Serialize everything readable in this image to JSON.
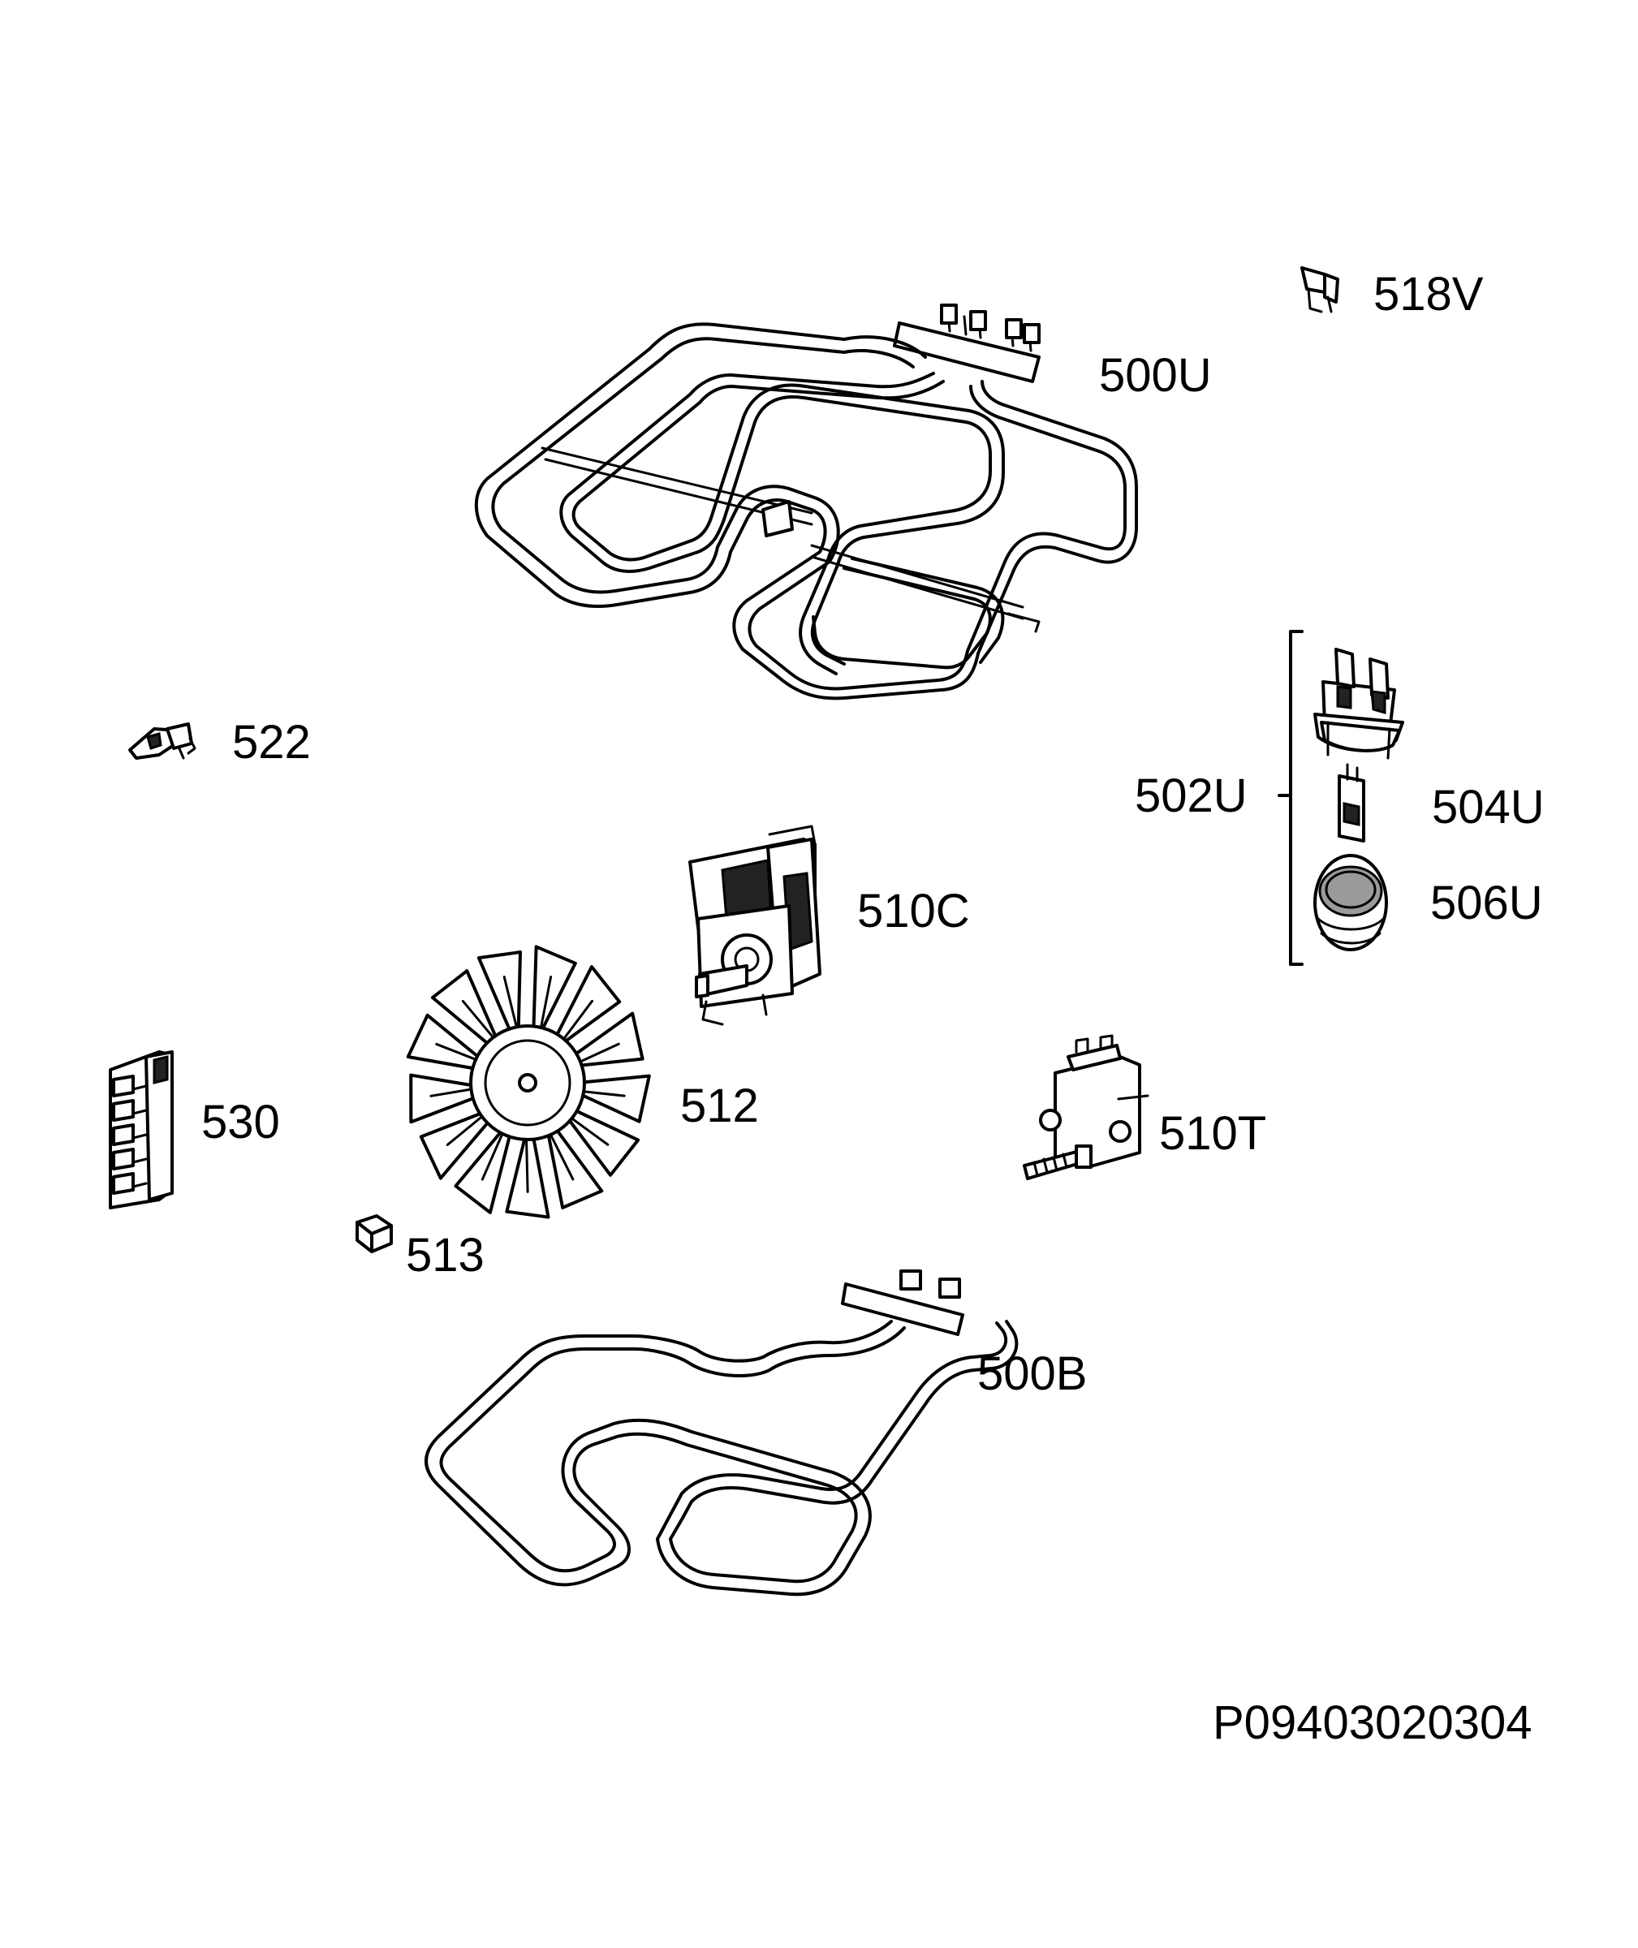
{
  "diagram_id": "P09403020304",
  "parts": [
    {
      "key": "p518V",
      "label": "518V"
    },
    {
      "key": "p500U",
      "label": "500U"
    },
    {
      "key": "p522",
      "label": "522"
    },
    {
      "key": "p502U",
      "label": "502U"
    },
    {
      "key": "p504U",
      "label": "504U"
    },
    {
      "key": "p506U",
      "label": "506U"
    },
    {
      "key": "p510C",
      "label": "510C"
    },
    {
      "key": "p512",
      "label": "512"
    },
    {
      "key": "p530",
      "label": "530"
    },
    {
      "key": "p510T",
      "label": "510T"
    },
    {
      "key": "p513",
      "label": "513"
    },
    {
      "key": "p500B",
      "label": "500B"
    }
  ]
}
